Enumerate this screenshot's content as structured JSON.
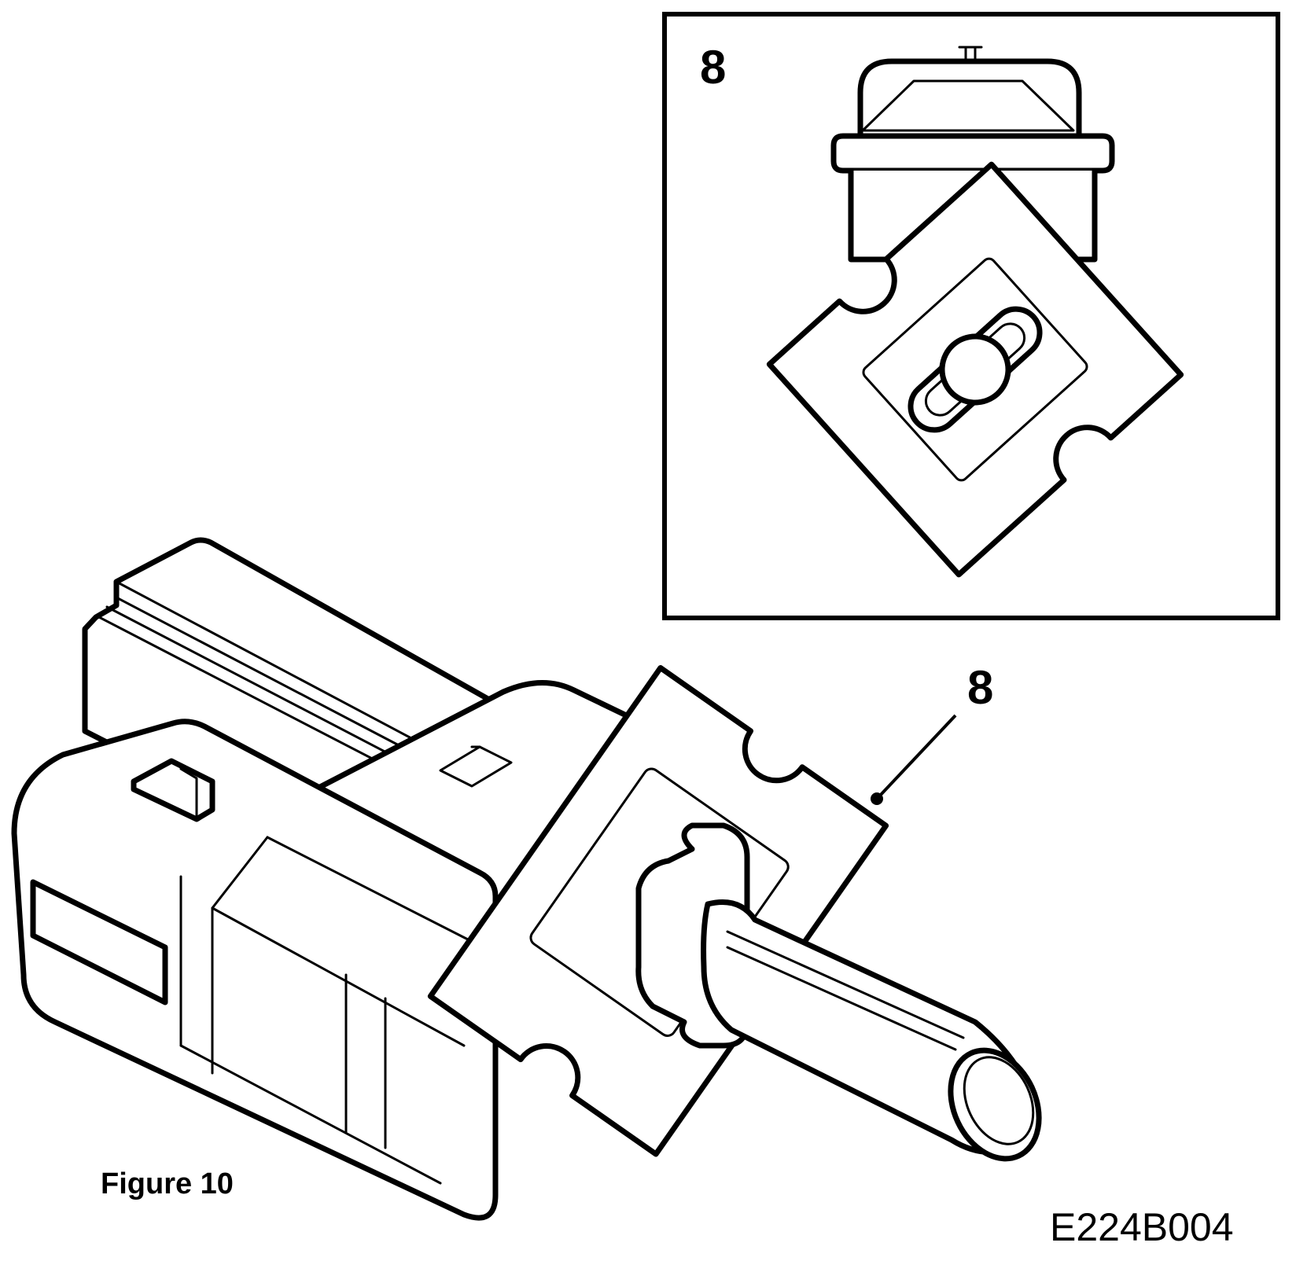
{
  "inset": {
    "part_label": "8"
  },
  "main": {
    "callout_label": "8"
  },
  "caption": {
    "figure_label": "Figure 10",
    "drawing_code": "E224B004"
  },
  "colors": {
    "ink": "#000000",
    "paper": "#ffffff"
  },
  "icons": {
    "switch_body": "brake-switch-body-illustration",
    "clip": "retaining-clip-illustration",
    "plunger": "plunger-illustration"
  }
}
